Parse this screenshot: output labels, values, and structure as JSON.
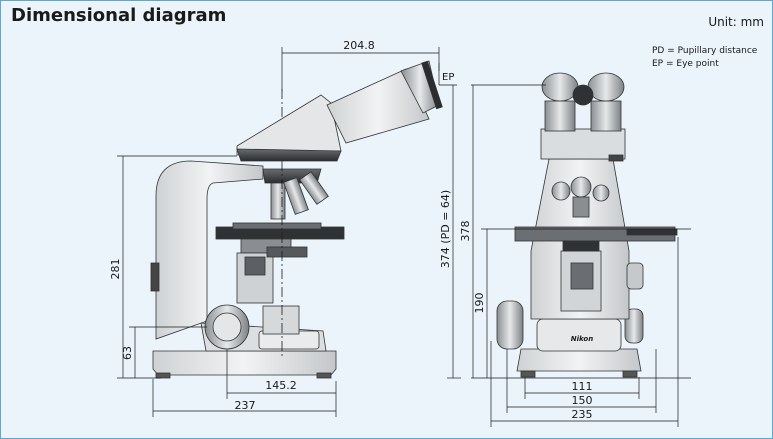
{
  "title": "Dimensional diagram",
  "unit": "Unit: mm",
  "legend": {
    "pd": "PD = Pupillary distance",
    "ep": "EP = Eye point"
  },
  "side_view": {
    "width_top": "204.8",
    "ep": "EP",
    "height_total": "281",
    "height_base": "63",
    "height_eyepiece": "374 (PD = 64)",
    "depth_mid": "145.2",
    "depth_base": "237"
  },
  "front_view": {
    "height_total": "378",
    "height_stage": "190",
    "width_111": "111",
    "width_150": "150",
    "width_235": "235",
    "brand": "Nikon"
  }
}
